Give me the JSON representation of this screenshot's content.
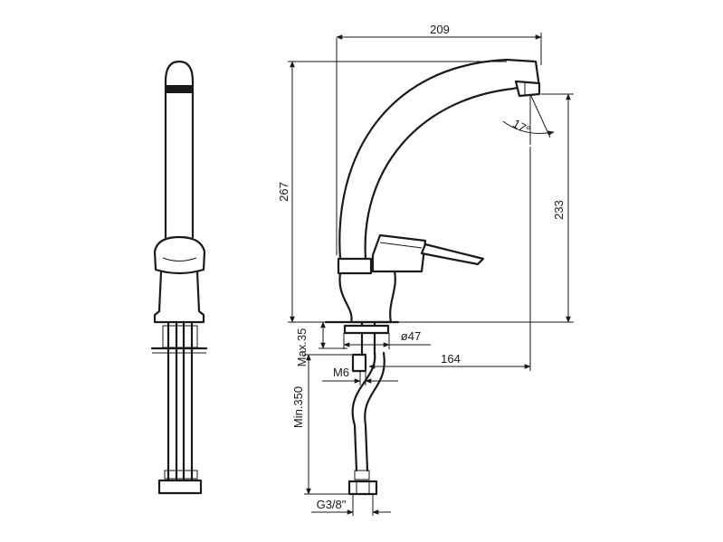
{
  "dimensions": {
    "width_overall": "209",
    "height_overall": "267",
    "spout_height": "233",
    "spout_angle": "17°",
    "max_thickness": "Max.35",
    "hole_diameter": "ø47",
    "spout_reach": "164",
    "thread_rod": "M6",
    "hose_length": "Min.350",
    "hose_thread": "G3/8\""
  },
  "colors": {
    "line": "#1a1a1a",
    "background": "#ffffff"
  }
}
